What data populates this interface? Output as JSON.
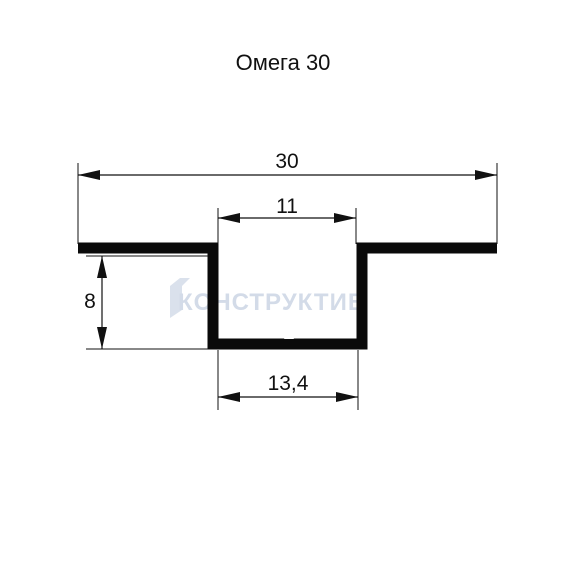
{
  "title": "Омега 30",
  "dimensions": {
    "overall_width": "30",
    "inner_opening": "11",
    "depth": "8",
    "outer_channel_width": "13,4"
  },
  "watermark": {
    "text": "КОНСТРУКТИВ",
    "color": "#cfd8e6"
  },
  "colors": {
    "profile": "#0a0a0a",
    "dimension_lines": "#111111"
  }
}
